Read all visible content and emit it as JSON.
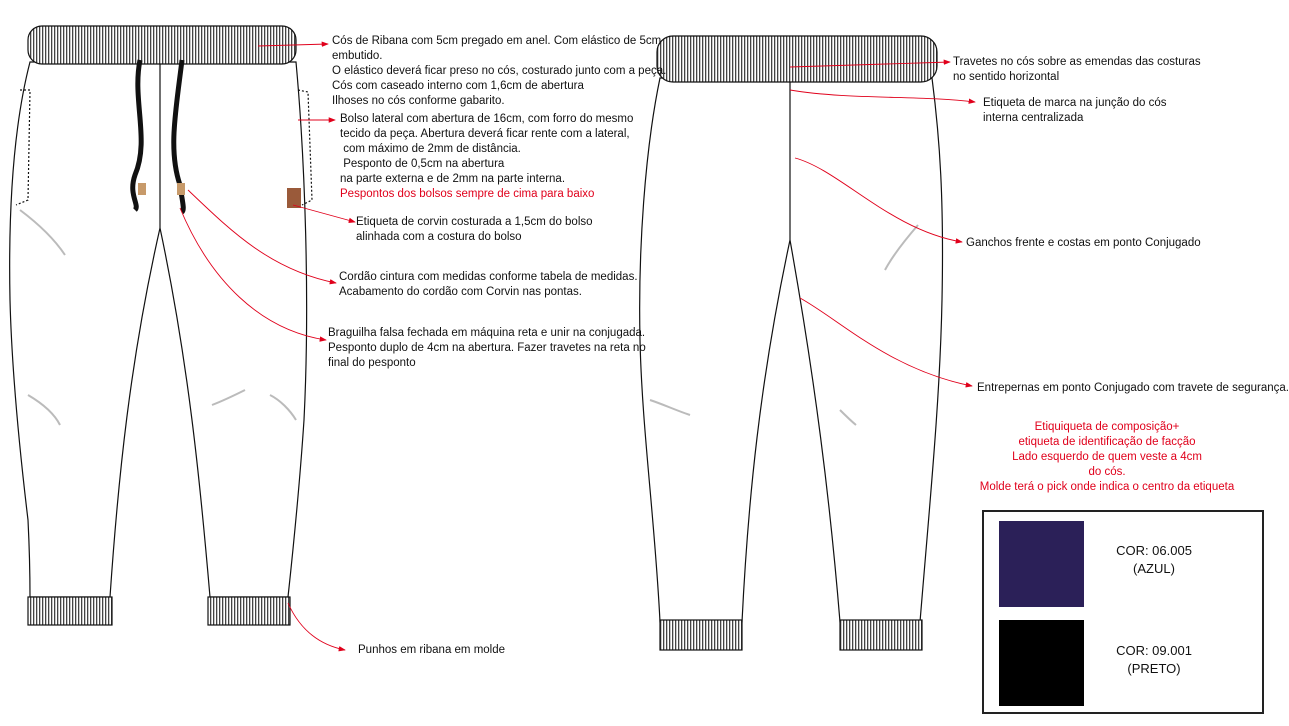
{
  "front_notes": {
    "waistband": [
      "Cós de Ribana com 5cm pregado em anel. Com elástico de 5cm",
      "embutido.",
      "O elástico deverá ficar preso no cós, costurado junto com a peça.",
      "Cós com caseado interno com 1,6cm de abertura",
      "Ilhoses no cós conforme gabarito."
    ],
    "pocket": [
      "Bolso lateral com abertura de 16cm, com forro do mesmo",
      "tecido da peça. Abertura deverá ficar rente com a lateral,",
      " com máximo de 2mm de distância.",
      " Pesponto de 0,5cm na abertura",
      "na parte externa e de 2mm na parte interna."
    ],
    "pocket_red": "Pespontos dos bolsos sempre de cima para baixo",
    "corvin_label": [
      "Etiqueta de corvin costurada a 1,5cm do bolso",
      "alinhada com a costura do bolso"
    ],
    "drawcord": [
      "Cordão cintura com medidas conforme tabela de medidas.",
      "Acabamento do cordão com Corvin nas pontas."
    ],
    "fly": [
      "Braguilha falsa fechada em máquina reta e unir na conjugada.",
      "Pesponto duplo de 4cm na abertura. Fazer travetes na reta no",
      "final do pesponto"
    ],
    "cuffs": "Punhos em ribana em molde"
  },
  "back_notes": {
    "bartacks": [
      "Travetes no cós sobre as emendas das costuras",
      "no sentido horizontal"
    ],
    "brand_label": [
      "Etiqueta de marca na junção do cós",
      "interna centralizada"
    ],
    "hooks": "Ganchos frente e costas em ponto Conjugado",
    "inseam": "Entrepernas em ponto Conjugado com travete de segurança.",
    "composition_red": [
      "Etiquiqueta de composição+",
      "etiqueta de identificação de facção",
      "Lado esquerdo de quem veste a 4cm",
      "do cós.",
      "Molde terá o pick onde indica o centro da etiqueta"
    ]
  },
  "colors": [
    {
      "code": "COR: 06.005",
      "name": "(AZUL)",
      "hex": "#2b2058"
    },
    {
      "code": "COR: 09.001",
      "name": "(PRETO)",
      "hex": "#000000"
    }
  ],
  "accent": "#e0001b"
}
